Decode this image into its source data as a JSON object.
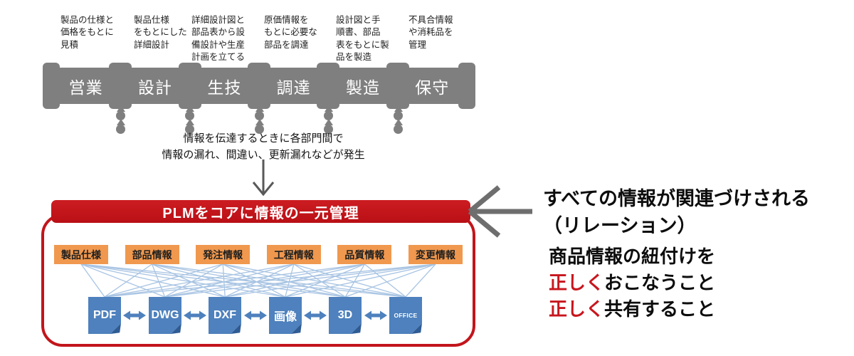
{
  "stage_notes": [
    "製品の仕様と\n価格をもとに\n見積",
    "製品仕様\nをもとにした\n詳細設計",
    "詳細設計図と\n部品表から設\n備設計や生産\n計画を立てる",
    "原価情報を\nもとに必要な\n部品を調達",
    "設計図と手\n順書、部品\n表をもとに製\n品を製造",
    "不具合情報\nや消耗品を\n管理"
  ],
  "pipeline": {
    "stages": [
      "営業",
      "設計",
      "生技",
      "調達",
      "製造",
      "保守"
    ]
  },
  "problem": {
    "line1": "情報を伝達するときに各部門間で",
    "line2": "情報の漏れ、間違い、更新漏れなどが発生"
  },
  "plm": {
    "title": "PLMをコアに情報の一元管理",
    "info_boxes": [
      "製品仕様",
      "部品情報",
      "発注情報",
      "工程情報",
      "品質情報",
      "変更情報"
    ],
    "file_types": [
      "PDF",
      "DWG",
      "DXF",
      "画像",
      "3D",
      "OFFICE"
    ]
  },
  "annotation": {
    "line1": "すべての情報が関連づけされる",
    "line2": "（リレーション）",
    "line3": "商品情報の紐付けを",
    "line4_red": "正しく",
    "line4_rest": "おこなうこと",
    "line5_red": "正しく",
    "line5_rest": "共有すること"
  },
  "colors": {
    "pipe_gray": "#7F7F7F",
    "plm_red": "#C2151B",
    "info_orange": "#F0984E",
    "file_blue": "#4E81BD",
    "file_fold_blue": "#2F5C94",
    "mesh_blue": "#A8C4E3",
    "emphasis_red": "#C8161D",
    "arrow_gray": "#6E6E6E"
  }
}
